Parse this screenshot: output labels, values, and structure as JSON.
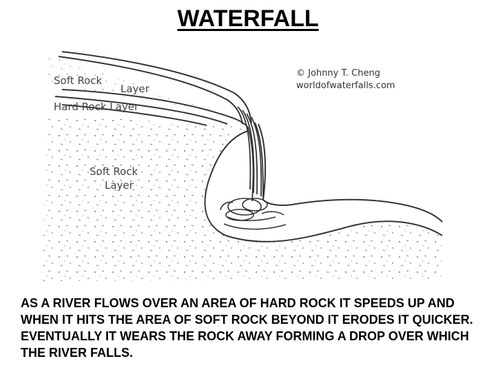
{
  "title": "WATERFALL",
  "diagram": {
    "labels": {
      "soft_rock_top_1": "Soft Rock",
      "soft_rock_top_2": "Layer",
      "hard_rock": "Hard Rock Layer",
      "soft_rock_bottom_1": "Soft Rock",
      "soft_rock_bottom_2": "Layer"
    },
    "copyright_line1": "© Johnny T. Cheng",
    "copyright_line2": "worldofwaterfalls.com"
  },
  "caption": "AS A RIVER FLOWS OVER AN AREA OF HARD ROCK IT SPEEDS UP AND WHEN IT HITS THE AREA OF SOFT ROCK BEYOND IT ERODES IT QUICKER.  EVENTUALLY IT WEARS THE ROCK AWAY FORMING A DROP OVER WHICH THE RIVER FALLS."
}
